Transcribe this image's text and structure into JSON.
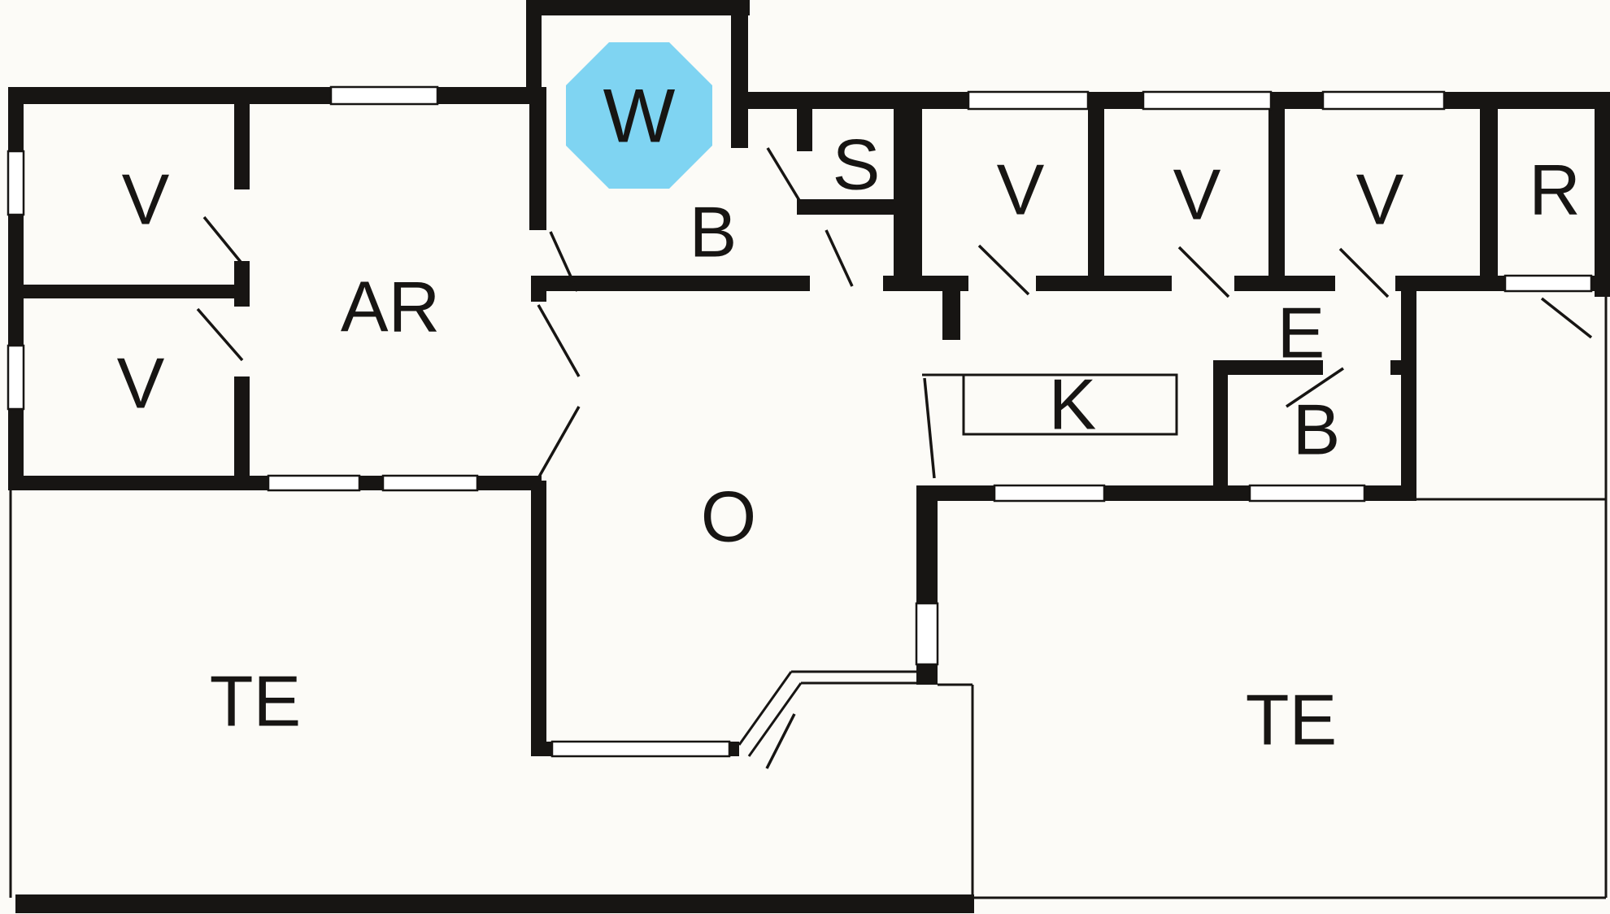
{
  "labels": {
    "w": "W",
    "v_top_left": "V",
    "v_bottom_left": "V",
    "ar": "AR",
    "b_bath": "B",
    "s": "S",
    "v_right_1": "V",
    "v_right_2": "V",
    "v_right_3": "V",
    "r": "R",
    "e": "E",
    "k": "K",
    "b_small": "B",
    "o": "O",
    "te_left": "TE",
    "te_right": "TE"
  },
  "colors": {
    "wall": "#171513",
    "whirlpool": "#7fd4f2",
    "window_fill": "#ffffff",
    "floor": "#fcfbf7"
  }
}
